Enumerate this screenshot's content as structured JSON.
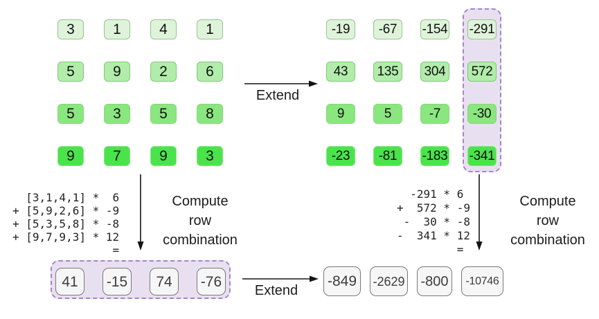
{
  "diagram": {
    "colors": {
      "green1_fill": "#dff3da",
      "green1_border": "#94c48e",
      "green2_fill": "#b2ecab",
      "green2_border": "#7fc878",
      "green3_fill": "#8ae67e",
      "green3_border": "#8bd57f",
      "green4_fill": "#4ae34b",
      "green4_border": "#88e884",
      "purple_fill": "#e8e0f0",
      "purple_border": "#a385c4",
      "gray_fill": "#f6f6f6",
      "gray_border": "#787878",
      "arrow": "#141414"
    },
    "left_matrix": {
      "rows": [
        [
          "3",
          "1",
          "4",
          "1"
        ],
        [
          "5",
          "9",
          "2",
          "6"
        ],
        [
          "5",
          "3",
          "5",
          "8"
        ],
        [
          "9",
          "7",
          "9",
          "3"
        ]
      ]
    },
    "right_matrix": {
      "rows": [
        [
          "-19",
          "-67",
          "-154",
          "-291"
        ],
        [
          "43",
          "135",
          "304",
          "572"
        ],
        [
          "9",
          "5",
          "-7",
          "-30"
        ],
        [
          "-23",
          "-81",
          "-183",
          "-341"
        ]
      ]
    },
    "result_row": {
      "cells": [
        "41",
        "-15",
        "74",
        "-76"
      ]
    },
    "extended_row": {
      "cells": [
        "-849",
        "-2629",
        "-800",
        "-10746"
      ]
    },
    "left_computation": {
      "lines": [
        "  [3,1,4,1] *  6",
        "+ [5,9,2,6] * -9",
        "+ [5,3,5,8] * -8",
        "+ [9,7,9,3] * 12",
        "               ="
      ]
    },
    "right_computation": {
      "lines": [
        "  -291 * 6",
        "+  572 * -9",
        " -  30 * -8",
        "-  341 * 12",
        "         ="
      ]
    },
    "labels": {
      "extend_top": "Extend",
      "extend_bottom": "Extend",
      "compute_left": "Compute\nrow\ncombination",
      "compute_right": "Compute\nrow\ncombination"
    }
  }
}
